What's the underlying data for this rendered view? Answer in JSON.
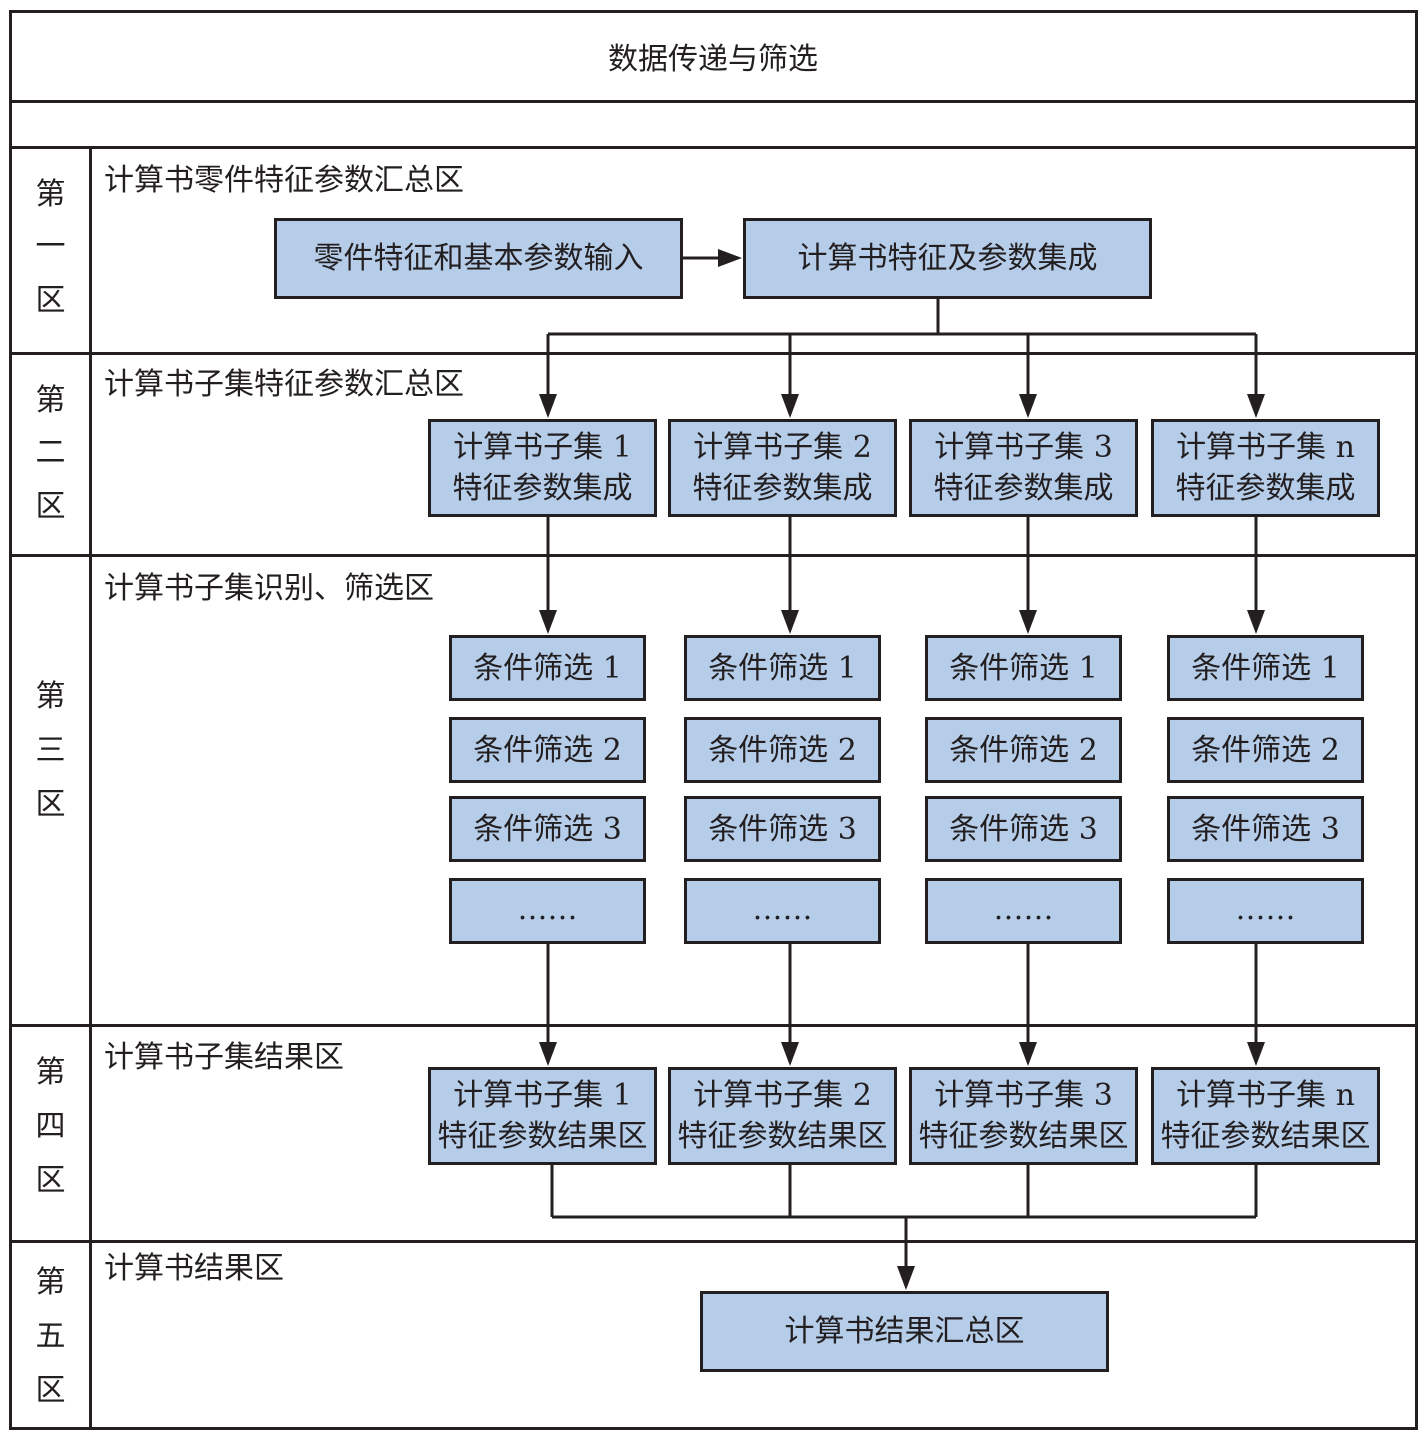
{
  "title": "数据传递与筛选",
  "zones": [
    {
      "chars": [
        "第",
        "一",
        "区"
      ],
      "label": "计算书零件特征参数汇总区"
    },
    {
      "chars": [
        "第",
        "二",
        "区"
      ],
      "label": "计算书子集特征参数汇总区"
    },
    {
      "chars": [
        "第",
        "三",
        "区"
      ],
      "label": "计算书子集识别、筛选区"
    },
    {
      "chars": [
        "第",
        "四",
        "区"
      ],
      "label": "计算书子集结果区"
    },
    {
      "chars": [
        "第",
        "五",
        "区"
      ],
      "label": "计算书结果区"
    }
  ],
  "zone1": {
    "input_box": "零件特征和基本参数输入",
    "integrate_box": "计算书特征及参数集成"
  },
  "subsets": [
    {
      "integrate": [
        "计算书子集 1",
        "特征参数集成"
      ],
      "result": [
        "计算书子集 1",
        "特征参数结果区"
      ]
    },
    {
      "integrate": [
        "计算书子集 2",
        "特征参数集成"
      ],
      "result": [
        "计算书子集 2",
        "特征参数结果区"
      ]
    },
    {
      "integrate": [
        "计算书子集 3",
        "特征参数集成"
      ],
      "result": [
        "计算书子集 3",
        "特征参数结果区"
      ]
    },
    {
      "integrate": [
        "计算书子集 n",
        "特征参数集成"
      ],
      "result": [
        "计算书子集 n",
        "特征参数结果区"
      ]
    }
  ],
  "filters": [
    "条件筛选 1",
    "条件筛选 2",
    "条件筛选 3",
    "……"
  ],
  "final_box": "计算书结果汇总区",
  "colors": {
    "box_fill": "#b6cdea",
    "line": "#231f20"
  }
}
